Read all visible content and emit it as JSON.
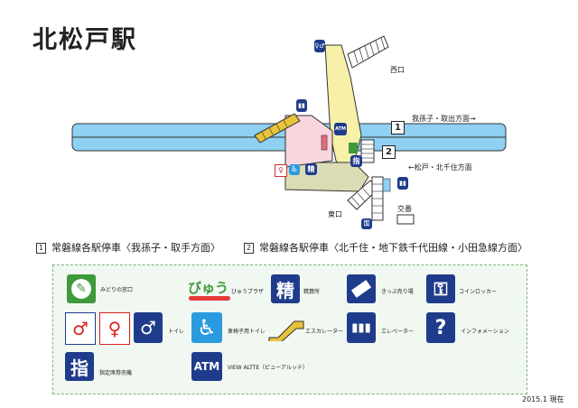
{
  "title": "北松戸駅",
  "map_labels": {
    "west_exit": "西口",
    "east_exit": "東口",
    "platform1_num": "1",
    "platform2_num": "2",
    "dir1": "我孫子・取出方面→",
    "dir2": "←松戸・北千住方面",
    "koban": "交番",
    "atm": "ATM",
    "reserve": "指",
    "fare": "精"
  },
  "routes": [
    {
      "num": "1",
      "text": "常磐線各駅停車〈我孫子・取手方面〉"
    },
    {
      "num": "2",
      "text": "常磐線各駅停車〈北千住・地下鉄千代田線・小田急線方面〉"
    }
  ],
  "legend": {
    "midori": "みどりの窓口",
    "view_plaza": "びゅうプラザ",
    "view_logo": "びゅう",
    "fare_adjust": "精算所",
    "fare_glyph": "精",
    "ticket": "きっぷ売り場",
    "locker": "コインロッカー",
    "toilet": "トイレ",
    "wheelchair_toilet": "車椅子用トイレ",
    "escalator": "エスカレーター",
    "elevator": "エレベーター",
    "info": "インフォメーション",
    "reserved_seat": "指定席券売機",
    "reserved_glyph": "指",
    "atm_glyph": "ATM",
    "view_altte": "VIEW ALTTE（ビューアルッテ）"
  },
  "footer": "2015.1 現在",
  "colors": {
    "platform": "#8fd0f3",
    "concourse": "#f6f0a8",
    "station": "#f7d6dd",
    "navy": "#1f3c8c",
    "grass": "#3e9a3a"
  }
}
